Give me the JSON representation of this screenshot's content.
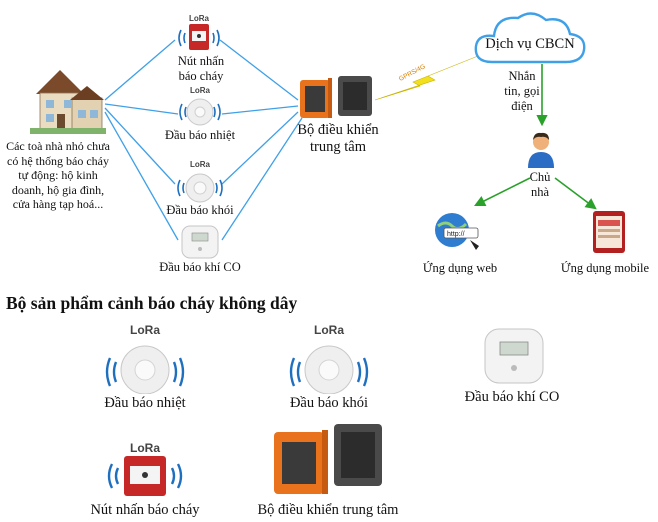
{
  "diagram": {
    "house_caption": "Các toà nhà nhỏ chưa có hệ thống báo cháy tự động: hộ kinh doanh, hộ gia đình, cửa hàng tạp hoá...",
    "devices": {
      "call_point": "Nút nhấn báo cháy",
      "heat": "Đầu báo nhiệt",
      "smoke": "Đầu báo khói",
      "co": "Đầu báo khí CO"
    },
    "controller": "Bộ điều khiển trung tâm",
    "cloud": "Dịch vụ CBCN",
    "link_tag": "GPRS/4G",
    "notify": "Nhắn tin, gọi điện",
    "owner": "Chủ nhà",
    "web_app": "Ứng dụng web",
    "mobile_app": "Ứng dụng mobile",
    "lora": "LoRa"
  },
  "products": {
    "title": "Bộ sản phẩm cảnh báo cháy không dây",
    "heat": "Đầu báo nhiệt",
    "smoke": "Đầu báo khói",
    "co": "Đầu báo khí CO",
    "call_point": "Nút nhấn báo cháy",
    "controller": "Bộ điều khiển trung tâm"
  },
  "colors": {
    "link_blue": "#3fa0e8",
    "arrow_green": "#2aa12a",
    "wave_blue": "#1f6fbf",
    "alarm_red": "#c62828",
    "controller_orange": "#e8731c"
  }
}
